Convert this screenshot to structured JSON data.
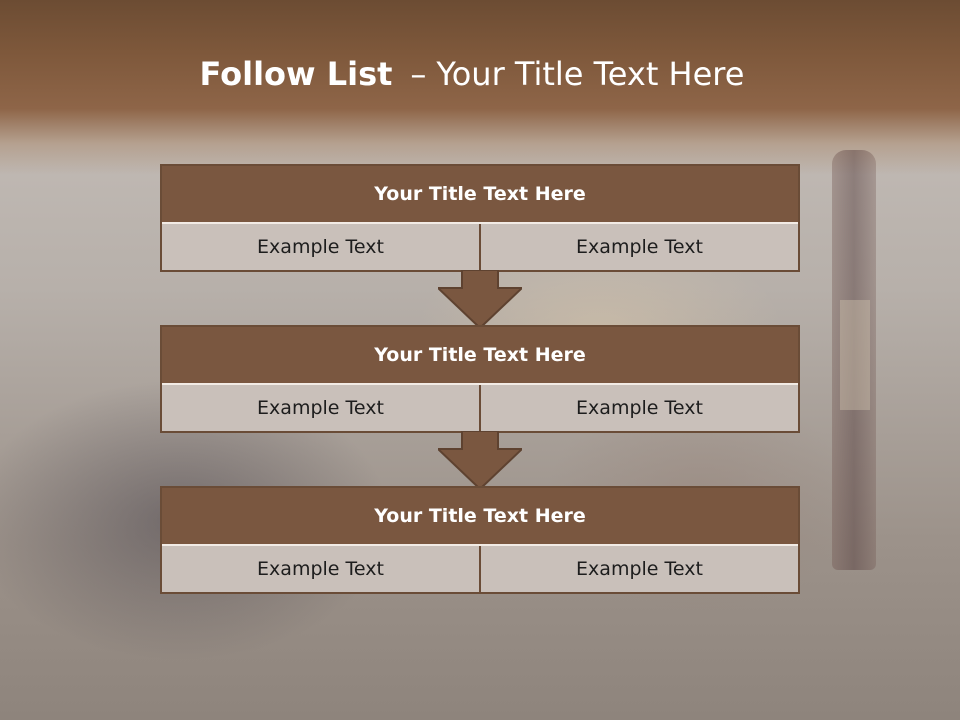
{
  "slide": {
    "title_bold": "Follow List",
    "title_separator": "–",
    "title_rest": "Your Title Text Here"
  },
  "blocks": [
    {
      "title": "Your Title Text Here",
      "left_text": "Example Text",
      "right_text": "Example Text"
    },
    {
      "title": "Your Title Text Here",
      "left_text": "Example Text",
      "right_text": "Example Text"
    },
    {
      "title": "Your Title Text Here",
      "left_text": "Example Text",
      "right_text": "Example Text"
    }
  ],
  "colors": {
    "header_band": "#7e583b",
    "block_title_bg": "#7a5740",
    "cell_bg": "#c9c0ba",
    "arrow_fill": "#7a5740"
  },
  "icons": [
    "down-arrow-icon"
  ]
}
